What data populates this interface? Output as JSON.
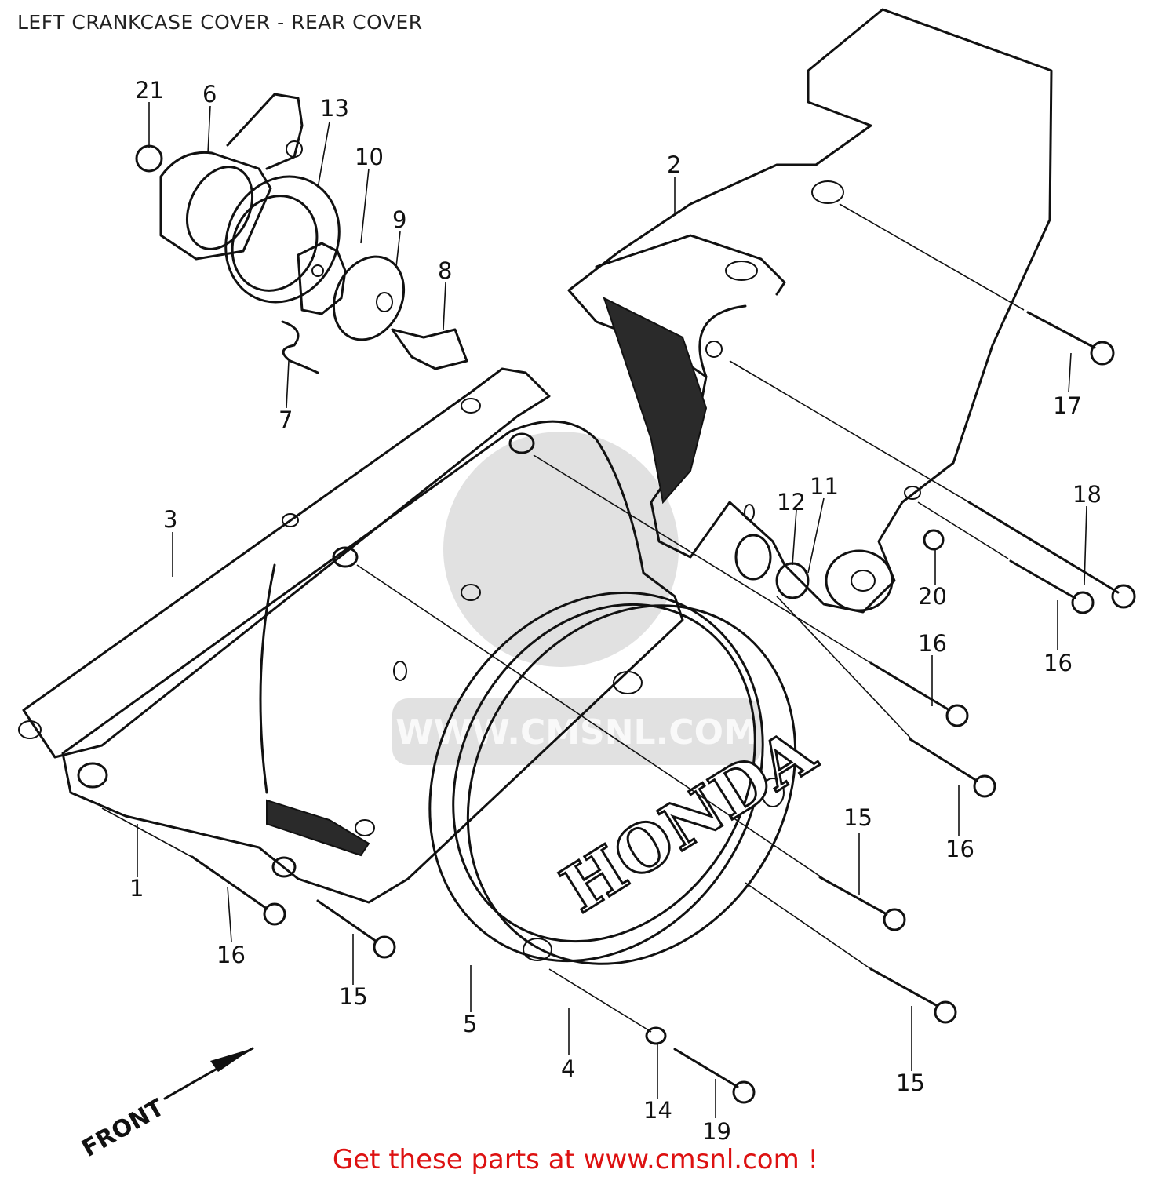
{
  "title": "LEFT CRANKCASE COVER - REAR COVER",
  "footer": "Get these parts at www.cmsnl.com !",
  "watermark": "WWW.CMSNL.COM",
  "brand": "HONDA",
  "front_label": "FRONT",
  "colors": {
    "ink": "#111111",
    "footer": "#dd1111",
    "watermark": "#c8c8c8"
  },
  "callouts": [
    "21",
    "6",
    "13",
    "10",
    "9",
    "8",
    "7",
    "2",
    "17",
    "18",
    "12",
    "11",
    "20",
    "16",
    "16",
    "16",
    "3",
    "1",
    "16",
    "15",
    "5",
    "4",
    "14",
    "19",
    "15",
    "15"
  ]
}
